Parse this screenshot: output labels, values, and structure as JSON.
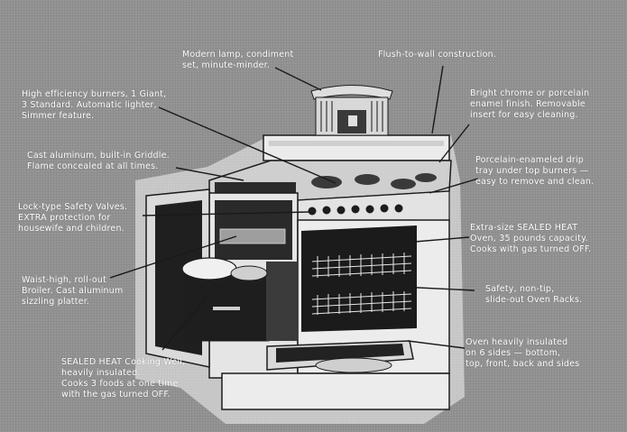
{
  "captions": {
    "lamp": "Modern lamp, condiment\nset, minute-minder.",
    "flush": "Flush-to-wall construction.",
    "chrome": "Bright chrome or porcelain\nenamel finish. Removable\ninsert for easy cleaning.",
    "burners": "High efficiency burners, 1 Giant,\n3 Standard. Automatic lighter,\nSimmer feature.",
    "griddle": "Cast aluminum, built-in Griddle.\nFlame concealed at all times.",
    "drip": "Porcelain-enameled drip\ntray under top burners —\neasy to remove and clean.",
    "valves": "Lock-type Safety Valves.\nEXTRA protection for\nhousewife and children.",
    "oven": "Extra-size SEALED HEAT\nOven, 35 pounds capacity.\nCooks with gas turned OFF.",
    "broiler": "Waist-high, roll-out\nBroiler. Cast aluminum\nsizzling platter.",
    "racks": "Safety, non-tip,\nslide-out Oven Racks.",
    "insulated": "Oven heavily insulated\non 6 sides — bottom,\ntop, front, back and sides",
    "well": "SEALED HEAT Cooking Well,\nheavily insulated.\nCooks 3 foods at one time\nwith the gas turned OFF."
  },
  "colors": {
    "background": "#8e8e8e",
    "caption": "#ffffff",
    "ink": "#1c1c1c",
    "enamel": "#e9e9e9"
  }
}
